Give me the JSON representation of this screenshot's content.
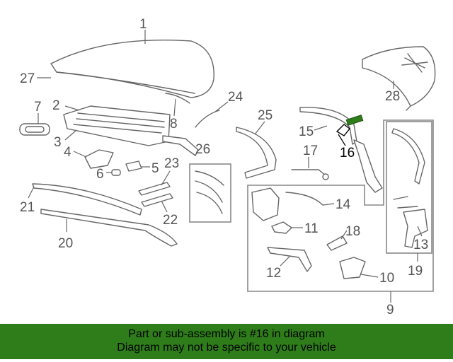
{
  "callouts": [
    "1",
    "27",
    "7",
    "2",
    "24",
    "8",
    "3",
    "4",
    "6",
    "5",
    "23",
    "26",
    "25",
    "15",
    "16",
    "17",
    "28",
    "21",
    "22",
    "14",
    "11",
    "18",
    "12",
    "10",
    "13",
    "19",
    "9",
    "20"
  ],
  "highlight_color": "#2e7d1a",
  "banner": {
    "line1": "Part or sub-assembly is #16 in diagram",
    "line2": "Diagram may not be specific to your vehicle"
  }
}
